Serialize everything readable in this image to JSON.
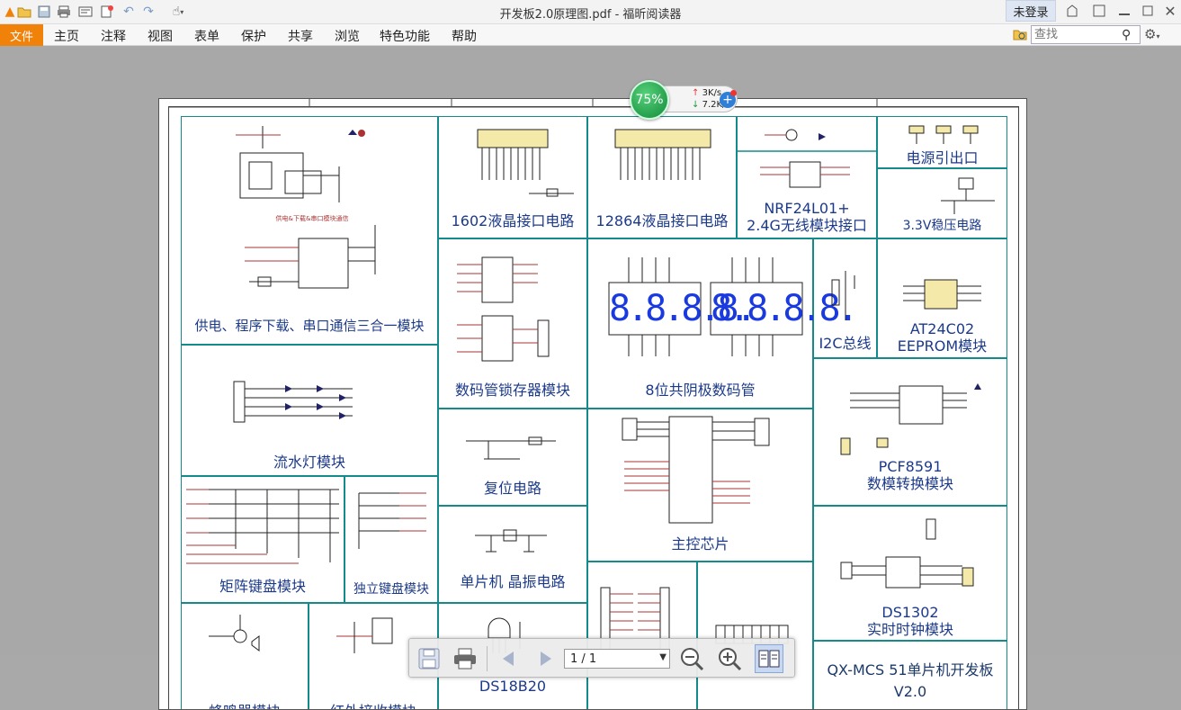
{
  "window": {
    "title": "开发板2.0原理图.pdf - 福昕阅读器",
    "login_label": "未登录"
  },
  "menu": {
    "file_label": "文件",
    "items": [
      "主页",
      "注释",
      "视图",
      "表单",
      "保护",
      "共享",
      "浏览",
      "特色功能",
      "帮助"
    ]
  },
  "search": {
    "placeholder": "查找"
  },
  "perf_widget": {
    "percent": "75%",
    "upload": "3K/s",
    "download": "7.2K/s"
  },
  "document": {
    "sections": {
      "power": "供电、程序下载、串口通信三合一模块",
      "power_note": "供电&下载&串口模块通信",
      "lcd1602": "1602液晶接口电路",
      "lcd12864": "12864液晶接口电路",
      "nrf_line1": "NRF24L01+",
      "nrf_line2": "2.4G无线模块接口",
      "power_out": "电源引出口",
      "reg33": "3.3V稳压电路",
      "latch": "数码管锁存器模块",
      "seg8": "8位共阴极数码管",
      "i2c": "I2C总线",
      "eeprom_line1": "AT24C02",
      "eeprom_line2": "EEPROM模块",
      "led": "流水灯模块",
      "reset": "复位电路",
      "mcu": "主控芯片",
      "pcf_line1": "PCF8591",
      "pcf_line2": "数模转换模块",
      "matrix": "矩阵键盘模块",
      "indep": "独立键盘模块",
      "crystal": "单片机 晶振电路",
      "ds1302_line1": "DS1302",
      "ds1302_line2": "实时时钟模块",
      "buzzer": "蜂鸣器模块",
      "ir": "红外接收模块",
      "ds18b20": "DS18B20",
      "board_line1": "QX-MCS 51单片机开发板",
      "board_line2": "V2.0"
    },
    "seg_digits": [
      "8.8.8.8.",
      "8.8.8.8."
    ]
  },
  "navbar": {
    "page_indicator": "1 / 1"
  },
  "colors": {
    "accent": "#f0820a",
    "section_border": "#158a8a",
    "label_blue": "#1c3a8a",
    "seg_blue": "#1a3ae0"
  }
}
